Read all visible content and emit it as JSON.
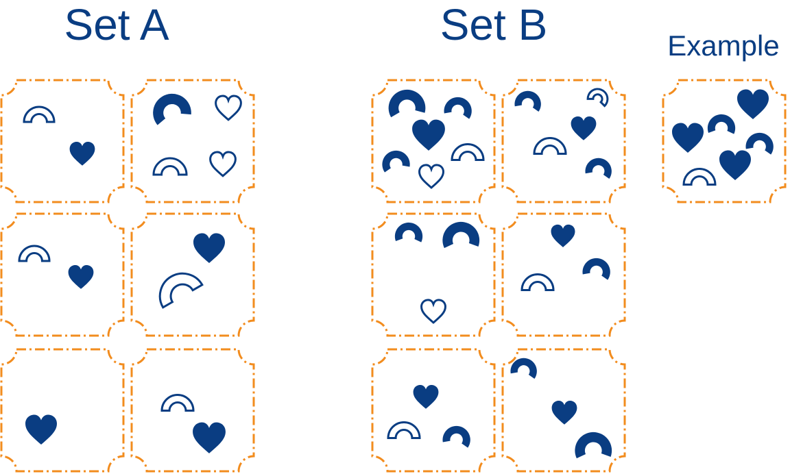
{
  "titles": {
    "set_a": "Set A",
    "set_b": "Set B",
    "example": "Example"
  },
  "colors": {
    "border": "#f28c1e",
    "shape": "#0a3d82"
  },
  "panels": [
    {
      "id": "set-a-1",
      "shapes": [
        {
          "kind": "rainbow",
          "filled": false
        },
        {
          "kind": "heart",
          "filled": true
        }
      ]
    },
    {
      "id": "set-a-2",
      "shapes": [
        {
          "kind": "arc",
          "filled": true
        },
        {
          "kind": "heart",
          "filled": false
        },
        {
          "kind": "rainbow",
          "filled": false
        },
        {
          "kind": "heart",
          "filled": false
        }
      ]
    },
    {
      "id": "set-a-3",
      "shapes": [
        {
          "kind": "rainbow",
          "filled": false
        },
        {
          "kind": "heart",
          "filled": true
        }
      ]
    },
    {
      "id": "set-a-4",
      "shapes": [
        {
          "kind": "heart",
          "filled": true
        },
        {
          "kind": "rainbow",
          "filled": false
        }
      ]
    },
    {
      "id": "set-a-5",
      "shapes": [
        {
          "kind": "heart",
          "filled": true
        }
      ]
    },
    {
      "id": "set-a-6",
      "shapes": [
        {
          "kind": "rainbow",
          "filled": false
        },
        {
          "kind": "heart",
          "filled": true
        }
      ]
    },
    {
      "id": "set-b-1",
      "shapes": [
        {
          "kind": "arc",
          "filled": true
        },
        {
          "kind": "arc",
          "filled": true
        },
        {
          "kind": "heart",
          "filled": true
        },
        {
          "kind": "arc",
          "filled": true
        },
        {
          "kind": "rainbow",
          "filled": false
        },
        {
          "kind": "heart",
          "filled": false
        }
      ]
    },
    {
      "id": "set-b-2",
      "shapes": [
        {
          "kind": "arc",
          "filled": true
        },
        {
          "kind": "arc",
          "filled": false
        },
        {
          "kind": "heart",
          "filled": true
        },
        {
          "kind": "rainbow",
          "filled": false
        },
        {
          "kind": "arc",
          "filled": true
        }
      ]
    },
    {
      "id": "set-b-3",
      "shapes": [
        {
          "kind": "arc",
          "filled": true
        },
        {
          "kind": "arc",
          "filled": true
        },
        {
          "kind": "heart",
          "filled": false
        }
      ]
    },
    {
      "id": "set-b-4",
      "shapes": [
        {
          "kind": "heart",
          "filled": true
        },
        {
          "kind": "arc",
          "filled": true
        },
        {
          "kind": "rainbow",
          "filled": false
        }
      ]
    },
    {
      "id": "set-b-5",
      "shapes": [
        {
          "kind": "heart",
          "filled": true
        },
        {
          "kind": "rainbow",
          "filled": false
        },
        {
          "kind": "arc",
          "filled": true
        }
      ]
    },
    {
      "id": "set-b-6",
      "shapes": [
        {
          "kind": "arc",
          "filled": true
        },
        {
          "kind": "heart",
          "filled": true
        },
        {
          "kind": "arc",
          "filled": true
        }
      ]
    },
    {
      "id": "example",
      "shapes": [
        {
          "kind": "heart",
          "filled": true
        },
        {
          "kind": "arc",
          "filled": true
        },
        {
          "kind": "heart",
          "filled": true
        },
        {
          "kind": "arc",
          "filled": true
        },
        {
          "kind": "heart",
          "filled": true
        },
        {
          "kind": "rainbow",
          "filled": false
        }
      ]
    }
  ]
}
